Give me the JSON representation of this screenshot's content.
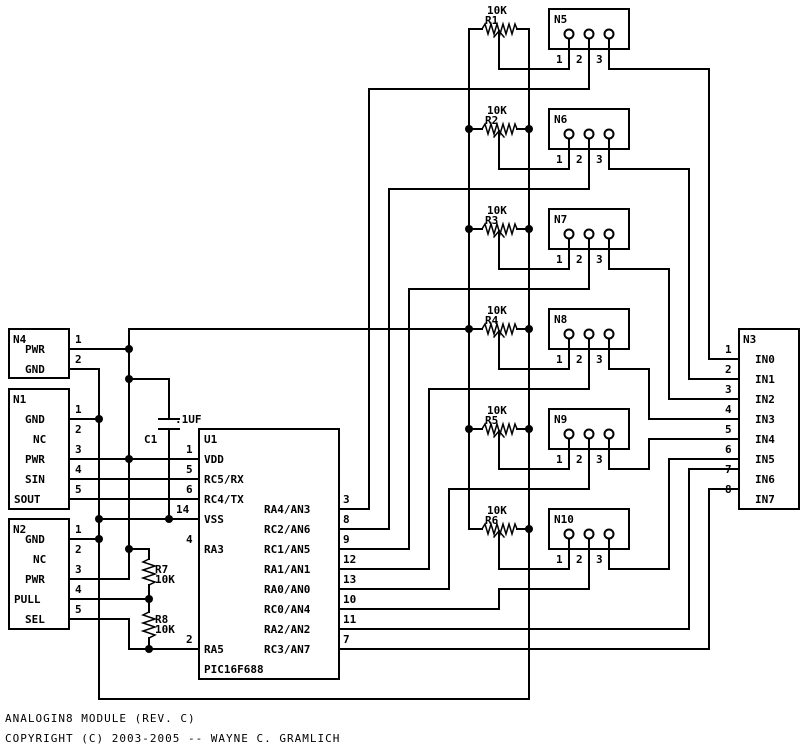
{
  "footer": {
    "title": "ANALOGIN8 MODULE (REV. C)",
    "copyright": "COPYRIGHT (C) 2003-2005 -- WAYNE C. GRAMLICH"
  },
  "connectors": {
    "n4": {
      "ref": "N4",
      "pins": [
        {
          "num": "1",
          "name": "PWR"
        },
        {
          "num": "2",
          "name": "GND"
        }
      ]
    },
    "n1": {
      "ref": "N1",
      "pins": [
        {
          "num": "1",
          "name": "GND"
        },
        {
          "num": "2",
          "name": "NC"
        },
        {
          "num": "3",
          "name": "PWR"
        },
        {
          "num": "4",
          "name": "SIN"
        },
        {
          "num": "5",
          "name": "SOUT"
        }
      ]
    },
    "n2": {
      "ref": "N2",
      "pins": [
        {
          "num": "1",
          "name": "GND"
        },
        {
          "num": "2",
          "name": "NC"
        },
        {
          "num": "3",
          "name": "PWR"
        },
        {
          "num": "4",
          "name": "PULL"
        },
        {
          "num": "5",
          "name": "SEL"
        }
      ]
    },
    "n3": {
      "ref": "N3",
      "pins": [
        {
          "num": "1",
          "name": "IN0"
        },
        {
          "num": "2",
          "name": "IN1"
        },
        {
          "num": "3",
          "name": "IN2"
        },
        {
          "num": "4",
          "name": "IN3"
        },
        {
          "num": "5",
          "name": "IN4"
        },
        {
          "num": "6",
          "name": "IN5"
        },
        {
          "num": "7",
          "name": "IN6"
        },
        {
          "num": "8",
          "name": "IN7"
        }
      ]
    },
    "headers": [
      {
        "ref": "N5",
        "pins": [
          "1",
          "2",
          "3"
        ]
      },
      {
        "ref": "N6",
        "pins": [
          "1",
          "2",
          "3"
        ]
      },
      {
        "ref": "N7",
        "pins": [
          "1",
          "2",
          "3"
        ]
      },
      {
        "ref": "N8",
        "pins": [
          "1",
          "2",
          "3"
        ]
      },
      {
        "ref": "N9",
        "pins": [
          "1",
          "2",
          "3"
        ]
      },
      {
        "ref": "N10",
        "pins": [
          "1",
          "2",
          "3"
        ]
      }
    ]
  },
  "pots": [
    {
      "ref": "R1",
      "value": "10K"
    },
    {
      "ref": "R2",
      "value": "10K"
    },
    {
      "ref": "R3",
      "value": "10K"
    },
    {
      "ref": "R4",
      "value": "10K"
    },
    {
      "ref": "R5",
      "value": "10K"
    },
    {
      "ref": "R6",
      "value": "10K"
    }
  ],
  "resistors": [
    {
      "ref": "R7",
      "value": "10K"
    },
    {
      "ref": "R8",
      "value": "10K"
    }
  ],
  "capacitor": {
    "ref": "C1",
    "value": ".1UF"
  },
  "mcu": {
    "ref": "U1",
    "part": "PIC16F688",
    "left_pins": [
      {
        "num": "1",
        "name": "VDD"
      },
      {
        "num": "5",
        "name": "RC5/RX"
      },
      {
        "num": "6",
        "name": "RC4/TX"
      },
      {
        "num": "14",
        "name": "VSS"
      },
      {
        "num": "4",
        "name": "RA3"
      },
      {
        "num": "2",
        "name": "RA5"
      }
    ],
    "right_pins": [
      {
        "num": "3",
        "name": "RA4/AN3"
      },
      {
        "num": "8",
        "name": "RC2/AN6"
      },
      {
        "num": "9",
        "name": "RC1/AN5"
      },
      {
        "num": "12",
        "name": "RA1/AN1"
      },
      {
        "num": "13",
        "name": "RA0/AN0"
      },
      {
        "num": "10",
        "name": "RC0/AN4"
      },
      {
        "num": "11",
        "name": "RA2/AN2"
      },
      {
        "num": "7",
        "name": "RC3/AN7"
      }
    ]
  }
}
